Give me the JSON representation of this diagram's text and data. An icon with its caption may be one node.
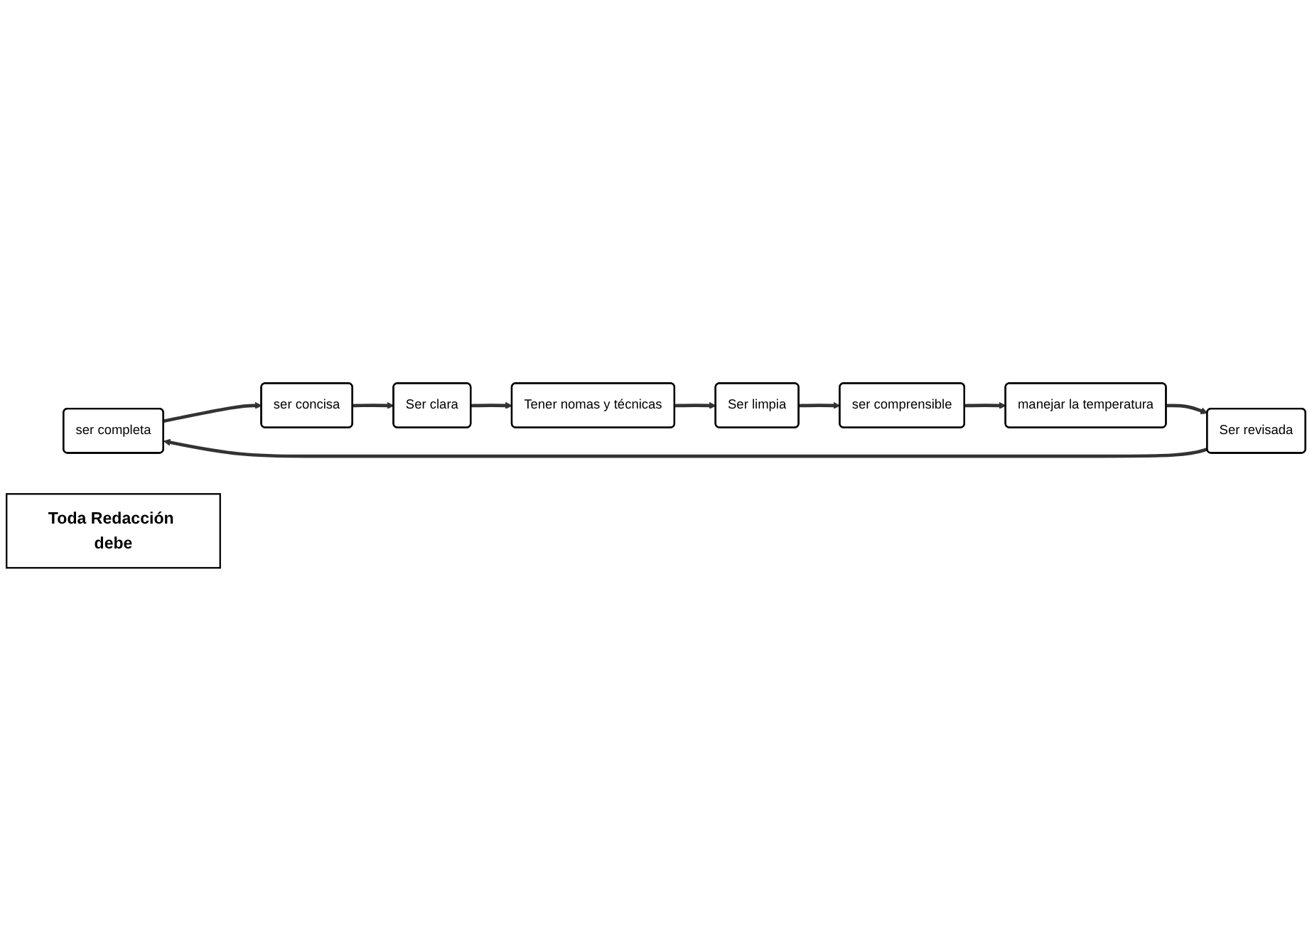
{
  "diagram": {
    "nodes": [
      {
        "text": [
          "ser completa"
        ]
      },
      {
        "text": [
          "ser concisa"
        ]
      },
      {
        "text": [
          "Ser clara"
        ]
      },
      {
        "text": [
          "Tener nomas y técnicas"
        ]
      },
      {
        "text": [
          "Ser limpia"
        ]
      },
      {
        "text": [
          "ser comprensible"
        ]
      },
      {
        "text": [
          "manejar la temperatura"
        ]
      },
      {
        "text": [
          "Ser revisada"
        ]
      },
      {
        "text": [
          "Toda Redacción debe"
        ]
      }
    ],
    "edges": [
      {
        "from": 0,
        "to": 1,
        "arrow": "to"
      },
      {
        "from": 1,
        "to": 2,
        "arrow": "to"
      },
      {
        "from": 2,
        "to": 3,
        "arrow": "to"
      },
      {
        "from": 3,
        "to": 4,
        "arrow": "to"
      },
      {
        "from": 4,
        "to": 5,
        "arrow": "to"
      },
      {
        "from": 5,
        "to": 6,
        "arrow": "to"
      },
      {
        "from": 6,
        "to": 7,
        "arrow": "to"
      },
      {
        "from": 7,
        "to": 0,
        "arrow": "to"
      }
    ]
  }
}
